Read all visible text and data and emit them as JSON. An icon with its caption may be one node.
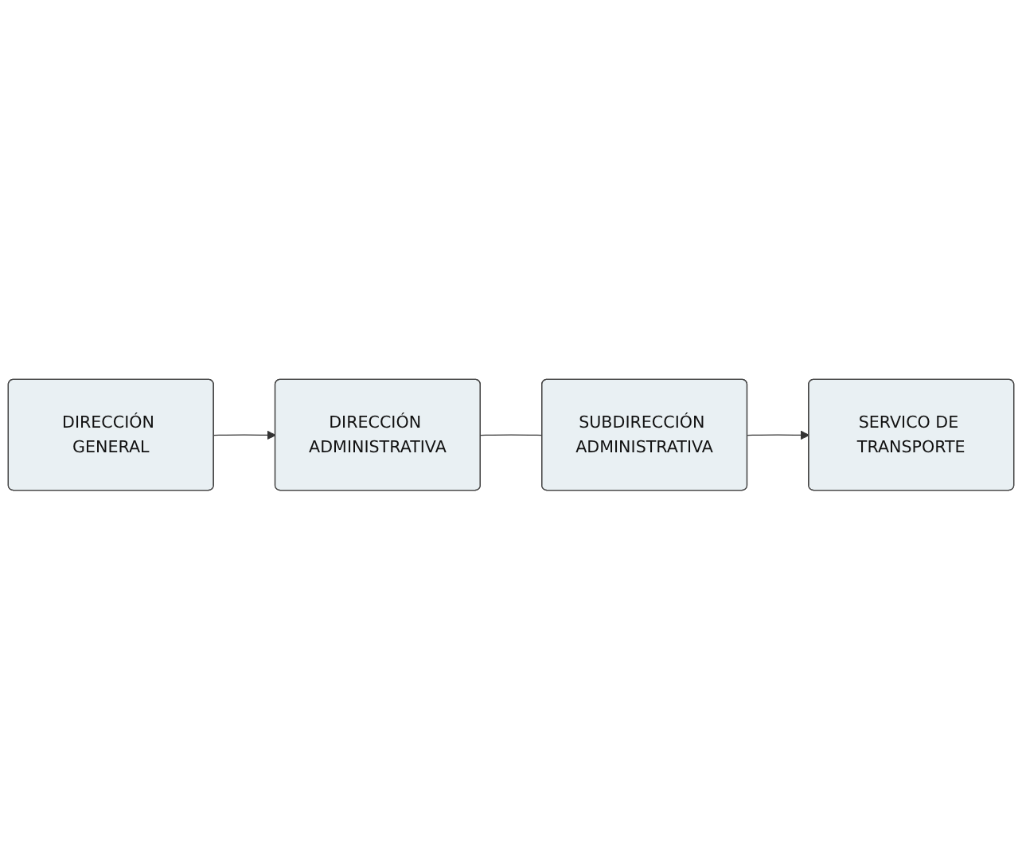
{
  "diagram": {
    "nodes": [
      {
        "text": [
          "DIRECCIÓN GENERAL"
        ]
      },
      {
        "text": [
          "DIRECCIÓN ADMINISTRATIVA"
        ]
      },
      {
        "text": [
          "SERVICO DE TRANSPORTE"
        ]
      },
      {
        "text": [
          "SUBDIRECCIÓN ADMINISTRATIVA"
        ]
      }
    ],
    "edges": [
      {
        "from": 0,
        "to": 1,
        "arrow": "to"
      },
      {
        "from": 1,
        "to": 3,
        "arrow": "none"
      },
      {
        "from": 3,
        "to": 2,
        "arrow": "to"
      }
    ]
  }
}
